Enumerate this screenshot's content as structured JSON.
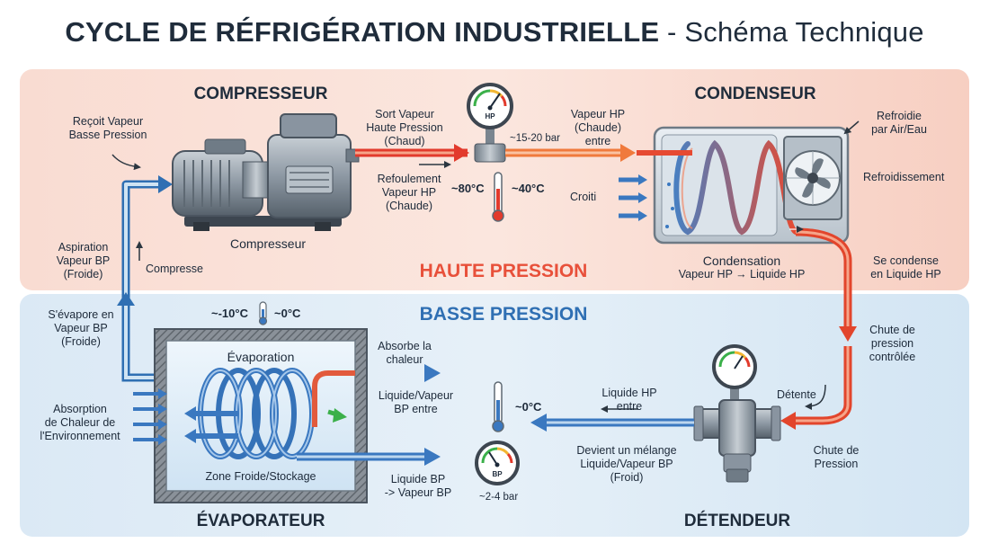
{
  "title": {
    "main": "CYCLE DE RÉFRIGÉRATION INDUSTRIELLE",
    "sep": " - ",
    "sub": "Schéma Technique"
  },
  "zones": {
    "high": "HAUTE PRESSION",
    "low": "BASSE PRESSION"
  },
  "sections": {
    "compressor": "COMPRESSEUR",
    "condenser": "CONDENSEUR",
    "evaporator": "ÉVAPORATEUR",
    "expansion": "DÉTENDEUR"
  },
  "labels": {
    "recoit_1": "Reçoit Vapeur",
    "recoit_2": "Basse Pression",
    "compresseur": "Compresseur",
    "compresse": "Compresse",
    "aspiration_1": "Aspiration",
    "aspiration_2": "Vapeur BP",
    "aspiration_3": "(Froide)",
    "sort_1": "Sort Vapeur",
    "sort_2": "Haute Pression",
    "sort_3": "(Chaud)",
    "refoulement_1": "Refoulement",
    "refoulement_2": "Vapeur HP",
    "refoulement_3": "(Chaude)",
    "hp_pressure": "~15-20 bar",
    "hp_temp_hot": "~80°C",
    "hp_temp_40": "~40°C",
    "vapeur_hp_1": "Vapeur HP",
    "vapeur_hp_2": "(Chaude)",
    "vapeur_hp_3": "entre",
    "refroidie_1": "Refroidie",
    "refroidie_2": "par Air/Eau",
    "refroidissement": "Refroidissement",
    "croiti": "Croiti",
    "condensation_1": "Condensation",
    "condensation_2": "Vapeur HP → Liquide HP",
    "se_condense_1": "Se condense",
    "se_condense_2": "en Liquide HP",
    "chute1_1": "Chute de",
    "chute1_2": "pression",
    "chute1_3": "contrôlée",
    "detente": "Détente",
    "chute2_1": "Chute de",
    "chute2_2": "Pression",
    "liquide_hp_1": "Liquide HP",
    "liquide_hp_2": "entre",
    "devient_1": "Devient un mélange",
    "devient_2": "Liquide/Vapeur BP",
    "devient_3": "(Froid)",
    "bp_temp_0": "~0°C",
    "bp_pressure": "~2-4 bar",
    "evap_temp_1": "~-10°C",
    "evap_temp_2": "~0°C",
    "evaporation": "Évaporation",
    "zone_froide": "Zone Froide/Stockage",
    "sevapore_1": "S'évapore en",
    "sevapore_2": "Vapeur BP",
    "sevapore_3": "(Froide)",
    "absorption_1": "Absorption",
    "absorption_2": "de Chaleur de",
    "absorption_3": "l'Environnement",
    "absorbe_1": "Absorbe la",
    "absorbe_2": "chaleur",
    "lv_entre_1": "Liquide/Vapeur",
    "lv_entre_2": "BP entre",
    "liquide_bp_1": "Liquide BP",
    "liquide_bp_2": "-> Vapeur BP"
  },
  "gauges": {
    "hp": "HP",
    "bp": "BP"
  },
  "icons": [
    "compressor-icon",
    "condenser-icon",
    "fan-icon",
    "evaporator-coil-icon",
    "expansion-valve-icon",
    "pressure-gauge-icon",
    "thermometer-icon"
  ],
  "colors": {
    "high_pressure": "#e8503a",
    "low_pressure": "#2f6fb3",
    "hp_zone_bg": "#f9dcd2",
    "bp_zone_bg": "#dbe9f5"
  }
}
